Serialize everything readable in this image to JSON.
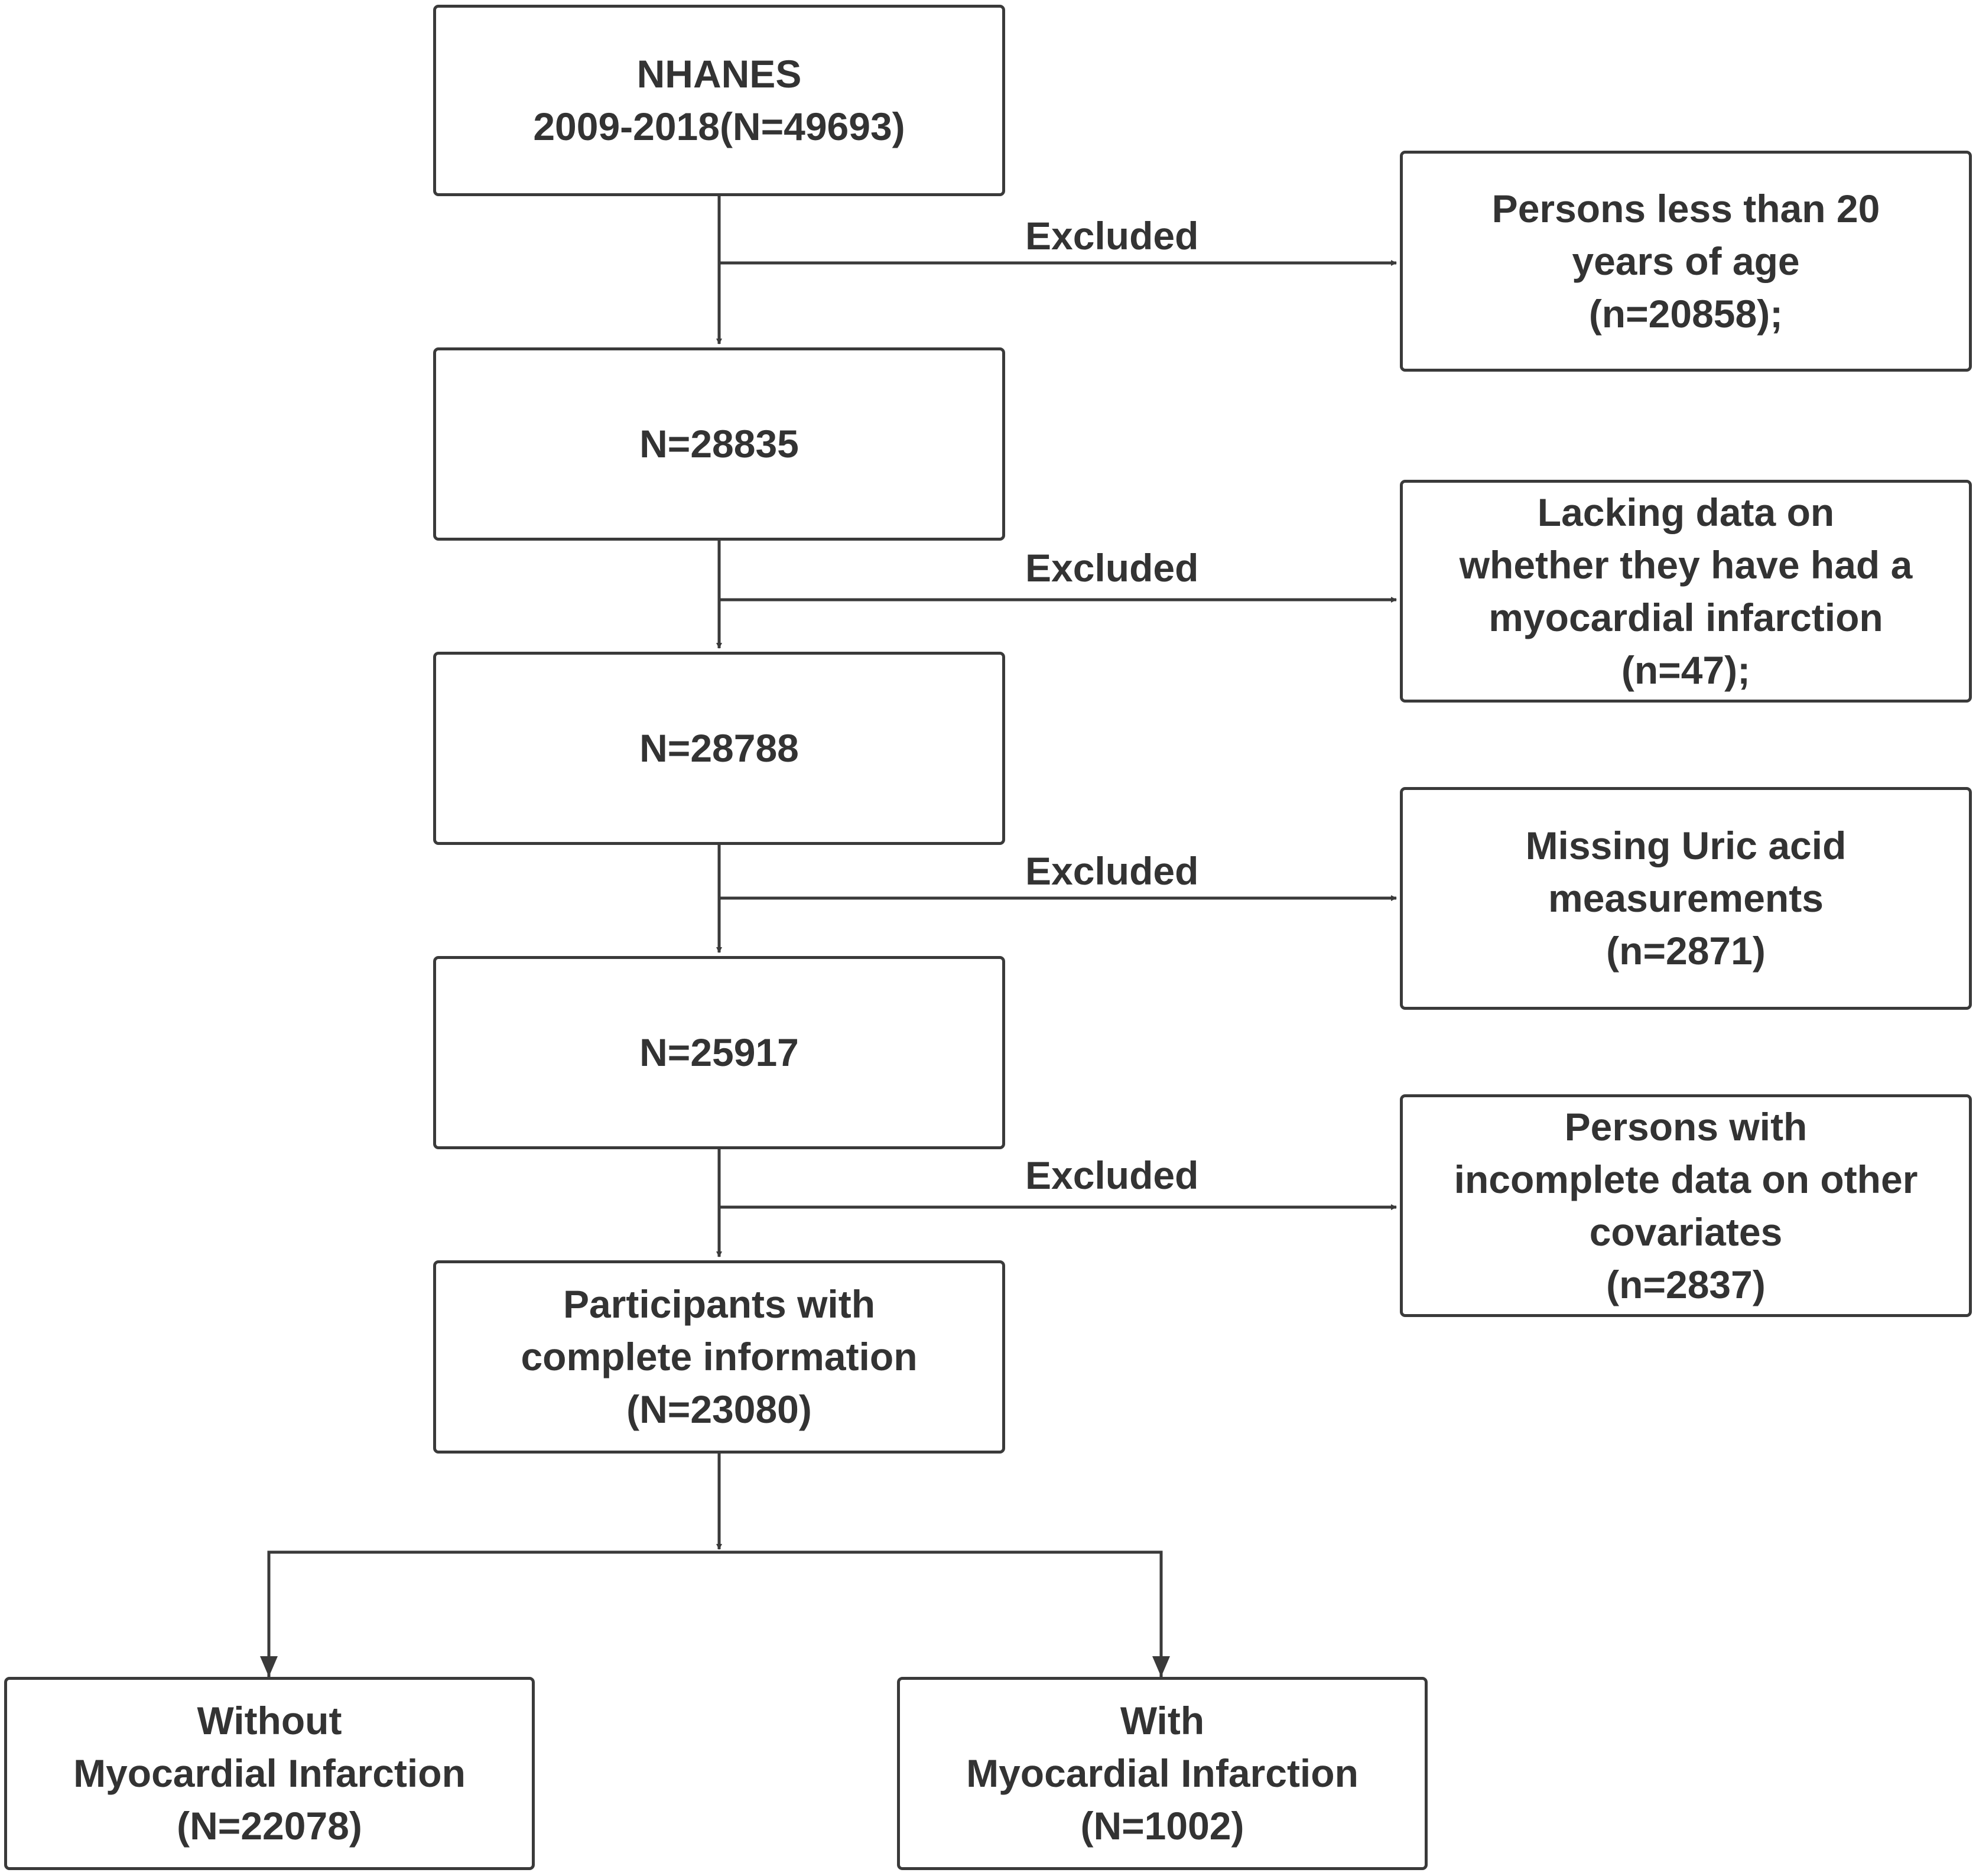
{
  "colors": {
    "stroke": "#3a3a3a",
    "text": "#333333",
    "background": "#ffffff"
  },
  "flow": {
    "nhanes": "NHANES\n2009-2018(N=49693)",
    "step1": "N=28835",
    "step2": "N=28788",
    "step3": "N=25917",
    "complete": "Participants with\ncomplete information\n(N=23080)"
  },
  "exclusions": {
    "label": "Excluded",
    "age": "Persons less than 20\nyears of age\n(n=20858);",
    "mi_data": "Lacking data on\nwhether they have had a\nmyocardial infarction\n(n=47);",
    "uric_acid": "Missing Uric acid\nmeasurements\n(n=2871)",
    "covariates": "Persons with\nincomplete data on other\ncovariates\n(n=2837)"
  },
  "outcomes": {
    "without_mi": "Without\nMyocardial Infarction\n(N=22078)",
    "with_mi": "With\nMyocardial Infarction\n(N=1002)"
  }
}
